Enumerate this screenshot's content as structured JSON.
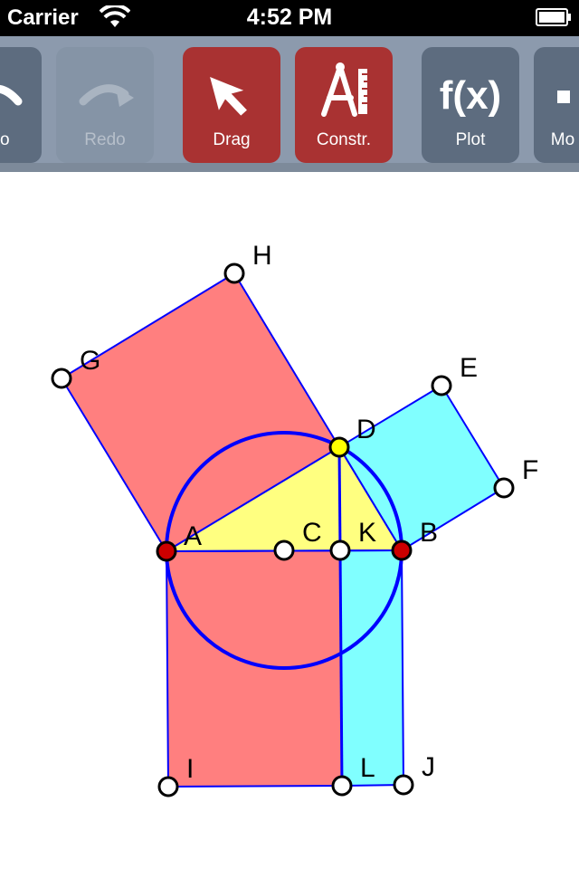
{
  "status_bar": {
    "carrier": "Carrier",
    "time": "4:52 PM"
  },
  "toolbar": {
    "buttons": [
      {
        "label": "do",
        "icon": "undo-icon",
        "state": "normal"
      },
      {
        "label": "Redo",
        "icon": "redo-icon",
        "state": "disabled"
      },
      {
        "label": "Drag",
        "icon": "arrow-cursor-icon",
        "state": "active"
      },
      {
        "label": "Constr.",
        "icon": "construct-icon",
        "state": "active"
      },
      {
        "label": "Plot",
        "icon": "fx-icon",
        "state": "normal",
        "icon_text": "f(x)"
      },
      {
        "label": "Mo",
        "icon": "move-icon",
        "state": "normal"
      }
    ]
  },
  "geometry": {
    "point_labels": {
      "A": "A",
      "B": "B",
      "C": "C",
      "D": "D",
      "E": "E",
      "F": "F",
      "G": "G",
      "H": "H",
      "I": "I",
      "J": "J",
      "K": "K",
      "L": "L"
    },
    "colors": {
      "red_fill": "#ff7f7f",
      "cyan_fill": "#80ffff",
      "yellow_fill": "#ffff80",
      "stroke": "#0000ff",
      "point_red": "#cc0000",
      "point_yellow": "#ffff00",
      "point_white": "#ffffff"
    }
  }
}
